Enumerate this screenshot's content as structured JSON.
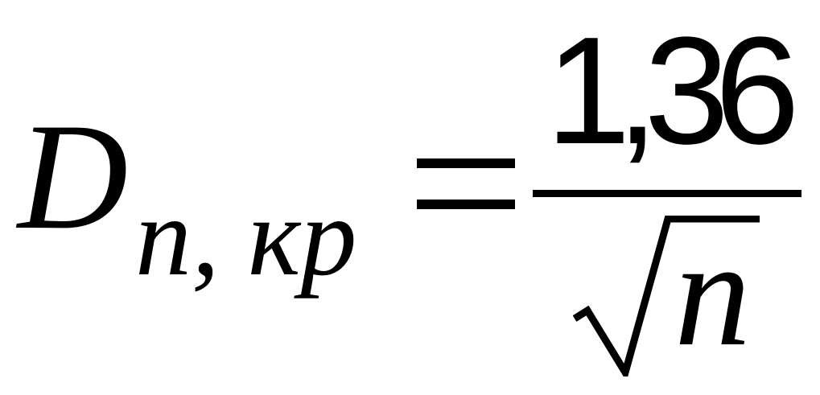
{
  "formula": {
    "lhs_symbol": "D",
    "lhs_subscript": "n, кр",
    "relation": "=",
    "numerator": "1,36",
    "radicand": "n"
  }
}
